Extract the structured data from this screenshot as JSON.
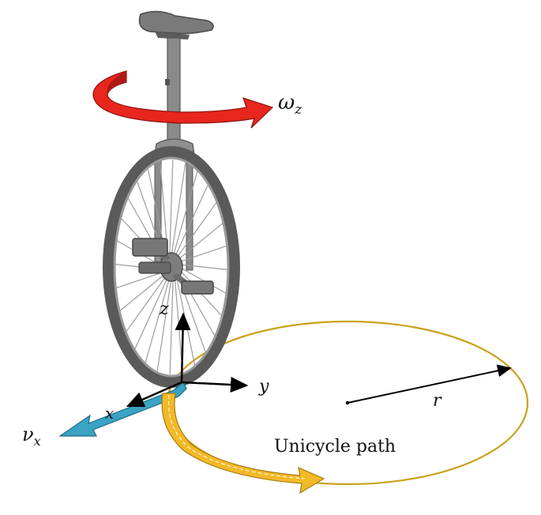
{
  "labels": {
    "omega": "ω",
    "omega_sub": "z",
    "axis_z": "z",
    "axis_y": "y",
    "axis_x": "x",
    "velocity": "ν",
    "velocity_sub": "x",
    "radius": "r",
    "path": "Unicycle path"
  },
  "colors": {
    "rotation_arrow": "#e8261d",
    "velocity_arrow": "#3aa3c4",
    "path_circle": "#c9a21a",
    "path_arrow": "#f2b928",
    "frame": "#000000",
    "unicycle": "#6f6f6f"
  },
  "icons": [
    "unicycle-icon"
  ]
}
